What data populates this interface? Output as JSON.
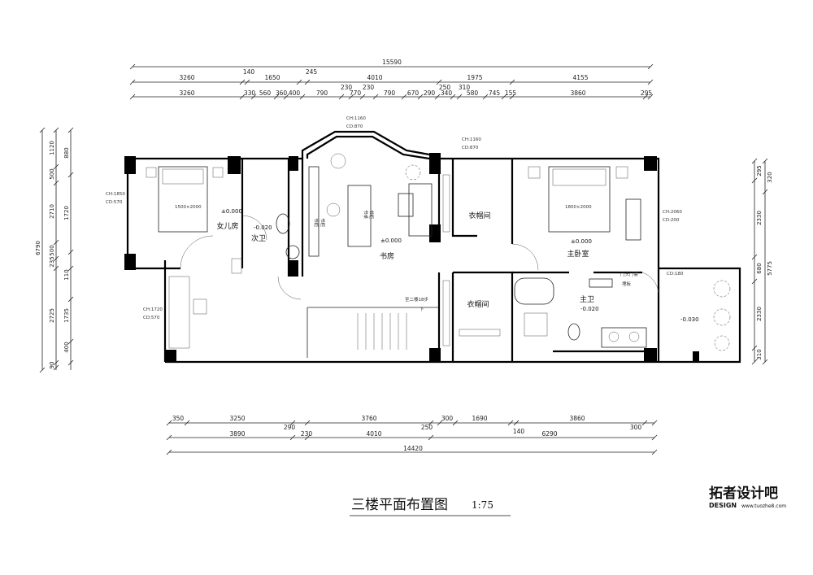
{
  "title": "三楼平面布置图",
  "scale": "1:75",
  "logo": {
    "cn": "拓者设计吧",
    "en": "DESIGN",
    "url": "www.tuozhe8.com"
  },
  "dims_top_total": "15590",
  "dims_top_row2": [
    "3260",
    "140",
    "1650",
    "245",
    "4010",
    "1975",
    "4155"
  ],
  "dims_top_row3": [
    "3260",
    "330",
    "560",
    "360",
    "400",
    "790",
    "230",
    "770",
    "230",
    "790",
    "670",
    "290",
    "340",
    "250",
    "310",
    "580",
    "745",
    "155",
    "3860",
    "295"
  ],
  "dims_bottom_row1": [
    "350",
    "3250",
    "290",
    "3760",
    "250",
    "300",
    "1690",
    "140",
    "3860",
    "300"
  ],
  "dims_bottom_row2": [
    "3890",
    "230",
    "4010",
    "6290"
  ],
  "dims_bottom_total": "14420",
  "dims_left_outer": "6790",
  "dims_left_row1": [
    "1120",
    "500",
    "2710",
    "500",
    "235",
    "2725",
    "90"
  ],
  "dims_left_row2": [
    "880",
    "1720",
    "110",
    "1735",
    "400"
  ],
  "dims_right_row1": [
    "295",
    "2330",
    "680",
    "2330",
    "310"
  ],
  "dims_right_row2": [
    "320",
    "5775"
  ],
  "rooms": {
    "daughter": "女儿房",
    "second_bath": "次卫",
    "study": "书房",
    "closet_a": "衣帽间",
    "closet_b": "衣帽间",
    "master_bed": "主卧室",
    "master_bath": "主卫"
  },
  "levels": {
    "daughter": "±0.000",
    "second_bath": "-0.020",
    "study": "±0.000",
    "master_bed": "±0.000",
    "master_bath": "-0.020",
    "balcony": "-0.030"
  },
  "beds": {
    "daughter_bed": "1500×2000",
    "master_bed": "1800×2000"
  },
  "window_notes": {
    "w1_ch": "CH:1850",
    "w1_cd": "CD:570",
    "w2_ch": "CH:1160",
    "w2_cd": "CD:870",
    "w3_ch": "CH:1160",
    "w3_cd": "CD:870",
    "w4_ch": "CH:2060",
    "w4_cd": "CD:200",
    "w5_ch": "CH:1720",
    "w5_cd": "CD:570",
    "w6_cd": "CD:180"
  },
  "stair_note": "至二楼18步",
  "stair_down": "下",
  "door_note": "门头门套",
  "door_note2": "埋板",
  "study_notes": [
    "书柜",
    "书柜",
    "书桌",
    "书柜"
  ]
}
